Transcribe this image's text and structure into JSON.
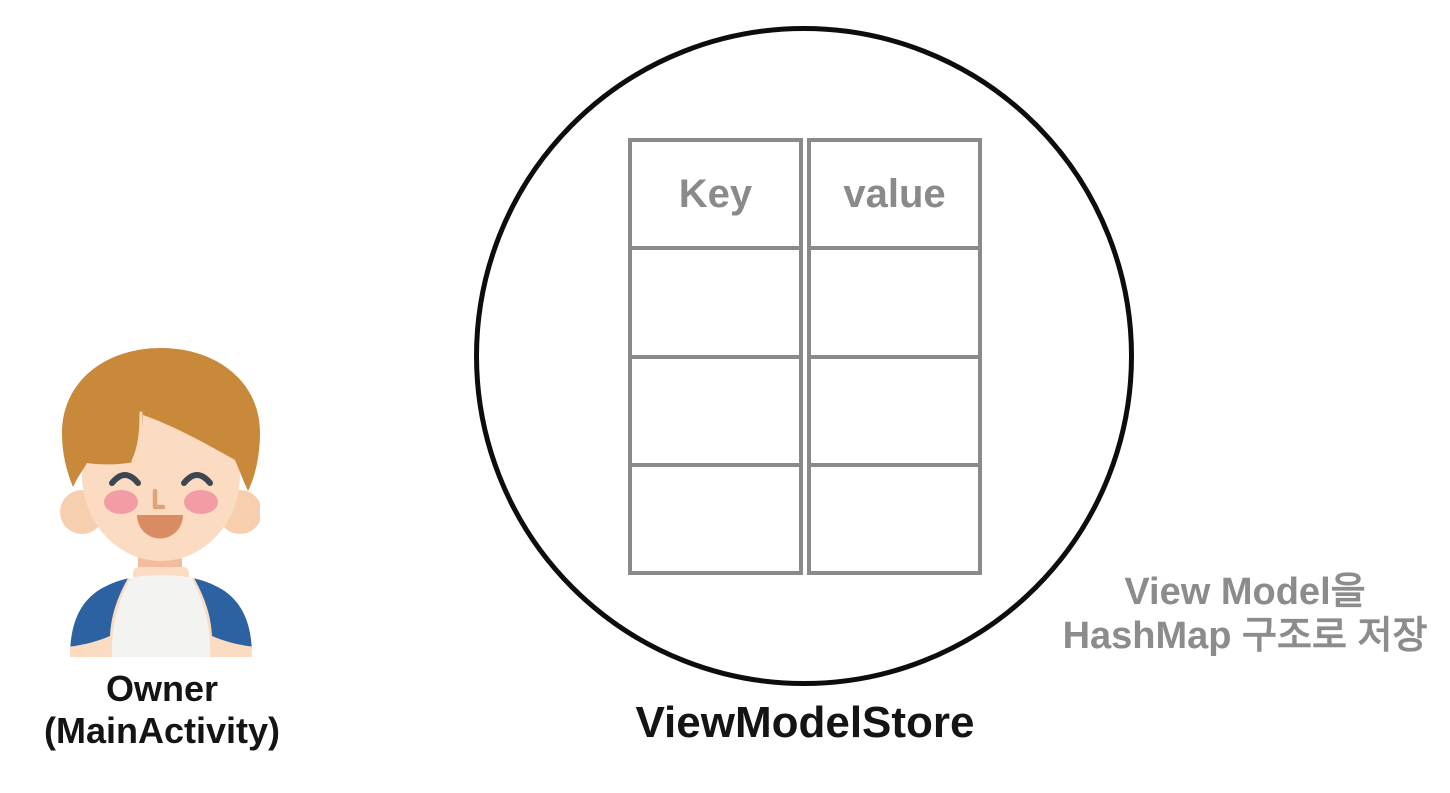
{
  "owner": {
    "label_line1": "Owner",
    "label_line2": "(MainActivity)"
  },
  "store": {
    "label": "ViewModelStore",
    "table": {
      "key_header": "Key",
      "value_header": "value",
      "empty_rows_per_column": 3
    }
  },
  "annotation": {
    "line1": "View Model을",
    "line2": "HashMap 구조로 저장"
  },
  "colors": {
    "page_bg": "#ffffff",
    "circle_border": "#0d0d0d",
    "table_border": "#8a8a8a",
    "table_header_text": "#8a8a8a",
    "annotation_text": "#8c8c8c",
    "label_text": "#141414",
    "avatar_hair": "#c9893b",
    "avatar_skin": "#fbdcc2",
    "avatar_ear": "#f7cfae",
    "avatar_neck_shadow": "#f2bd9c",
    "avatar_cheek": "#f29da5",
    "avatar_mouth": "#d98c62",
    "avatar_nose": "#e2a278",
    "avatar_eye": "#3d4751",
    "avatar_shirt": "#f3f3f1",
    "avatar_sleeve": "#2d62a2"
  }
}
